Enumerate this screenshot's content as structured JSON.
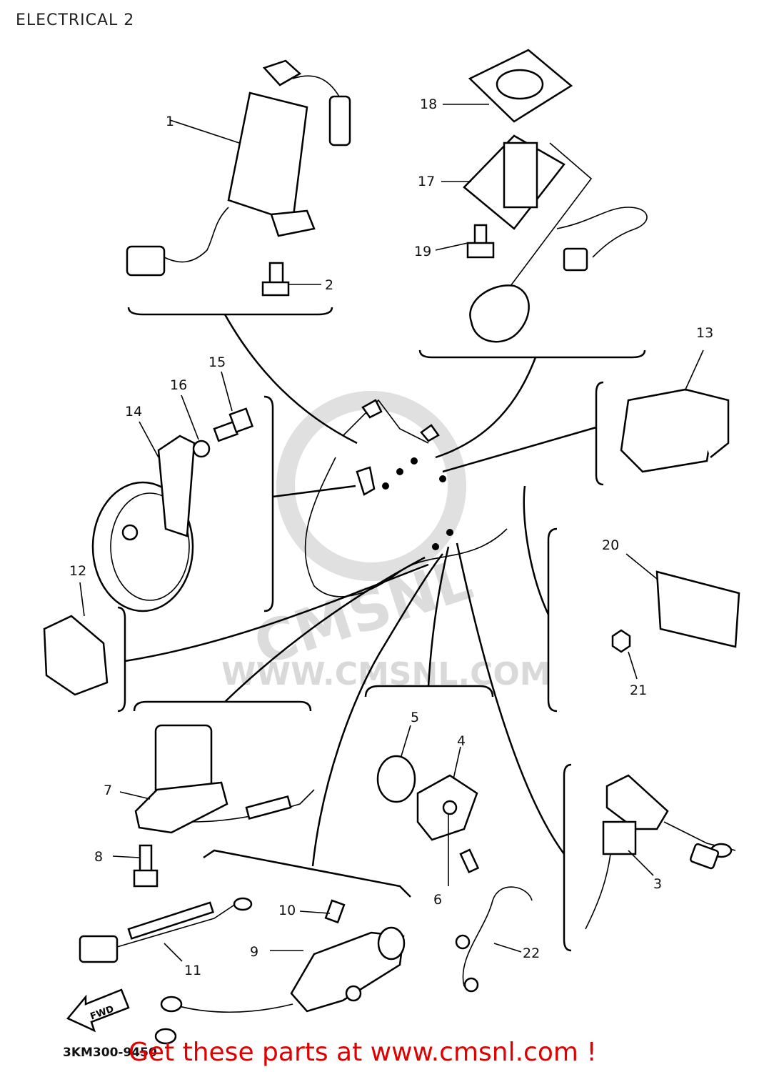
{
  "title": "ELECTRICAL 2",
  "diagram_code": "3KM300-9450",
  "fwd_label": "FWD",
  "watermark": "WWW.CMSNL.COM",
  "watermark_logo": "CMSNL",
  "cta": "Get these parts at www.cmsnl.com !",
  "callouts": [
    {
      "id": "c1",
      "text": "1"
    },
    {
      "id": "c2",
      "text": "2"
    },
    {
      "id": "c3",
      "text": "3"
    },
    {
      "id": "c4",
      "text": "4"
    },
    {
      "id": "c5",
      "text": "5"
    },
    {
      "id": "c6",
      "text": "6"
    },
    {
      "id": "c7",
      "text": "7"
    },
    {
      "id": "c8",
      "text": "8"
    },
    {
      "id": "c9",
      "text": "9"
    },
    {
      "id": "c10",
      "text": "10"
    },
    {
      "id": "c11",
      "text": "11"
    },
    {
      "id": "c12",
      "text": "12"
    },
    {
      "id": "c13",
      "text": "13"
    },
    {
      "id": "c14",
      "text": "14"
    },
    {
      "id": "c15",
      "text": "15"
    },
    {
      "id": "c16",
      "text": "16"
    },
    {
      "id": "c17",
      "text": "17"
    },
    {
      "id": "c18",
      "text": "18"
    },
    {
      "id": "c19",
      "text": "19"
    },
    {
      "id": "c20",
      "text": "20"
    },
    {
      "id": "c21",
      "text": "21"
    },
    {
      "id": "c22",
      "text": "22"
    }
  ],
  "colors": {
    "line": "#000000",
    "cta": "#e00000",
    "watermark": "#d9d9d9"
  }
}
